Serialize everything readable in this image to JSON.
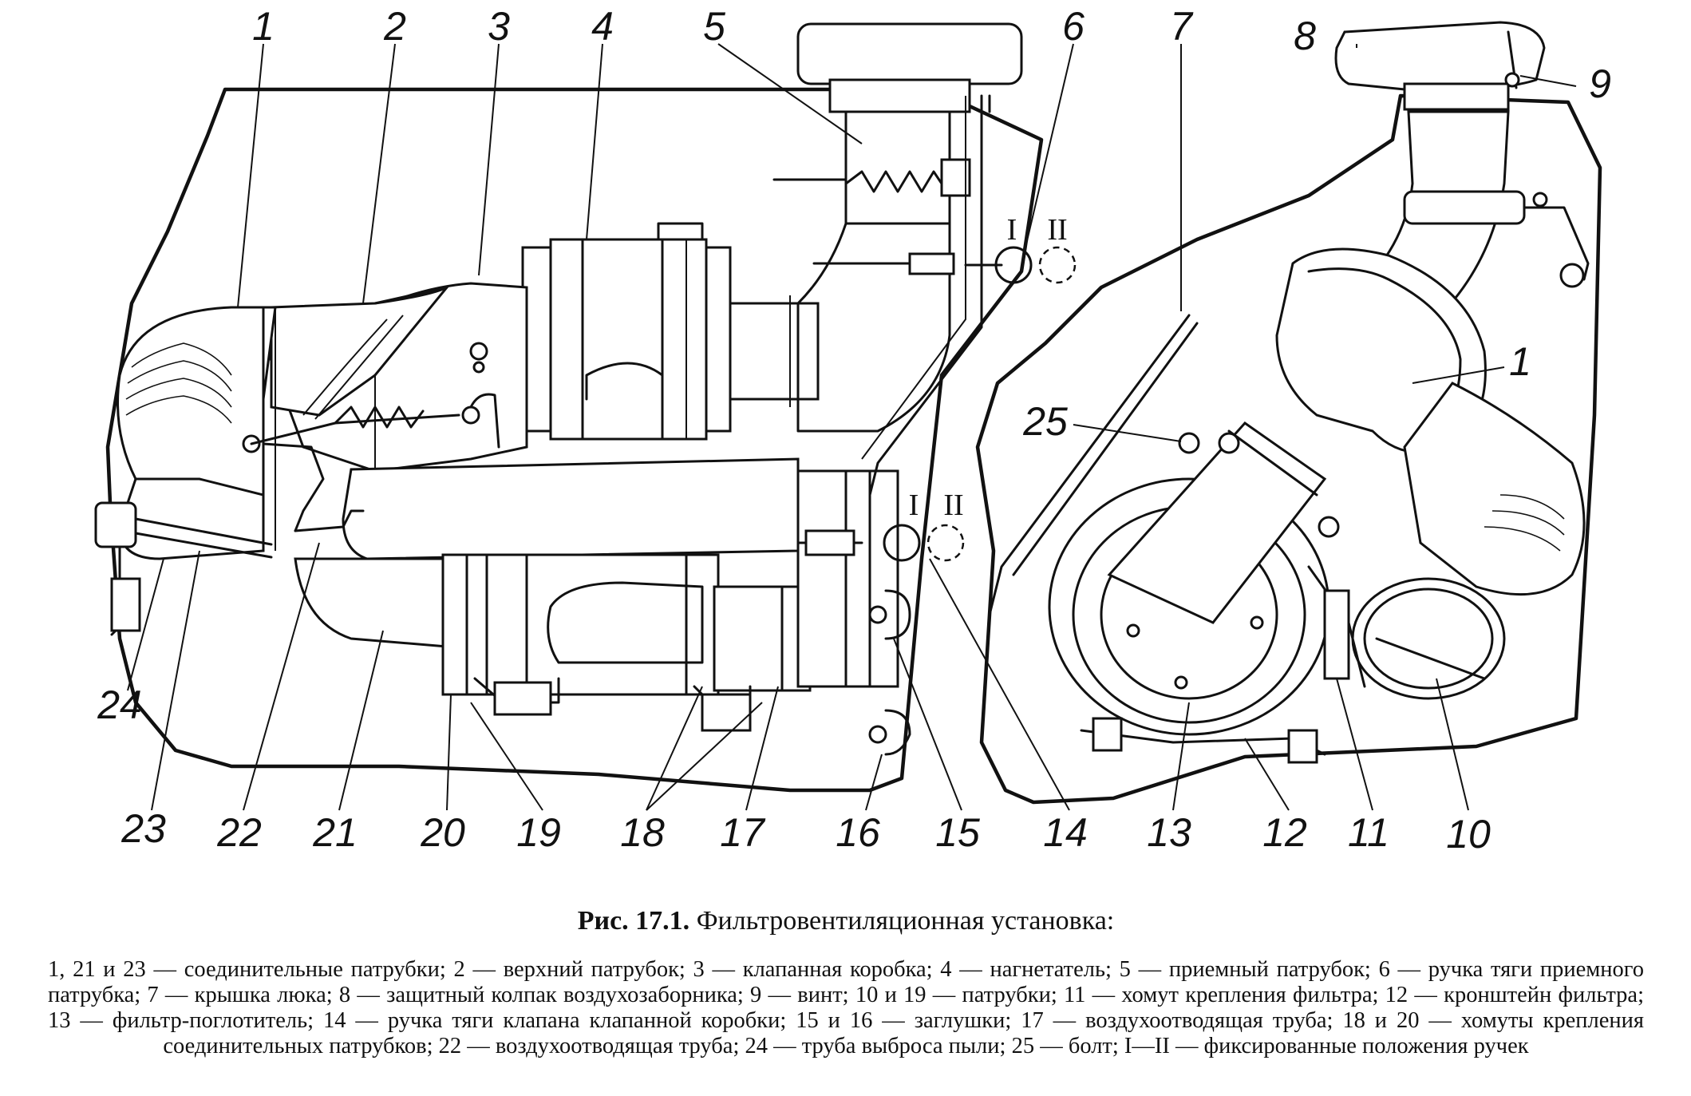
{
  "figure": {
    "callouts": [
      "1",
      "2",
      "3",
      "4",
      "5",
      "6",
      "7",
      "8",
      "9",
      "25",
      "1",
      "24",
      "23",
      "22",
      "21",
      "20",
      "19",
      "18",
      "17",
      "16",
      "15",
      "14",
      "13",
      "12",
      "11",
      "10"
    ],
    "positions": [
      "I",
      "II",
      "I",
      "II"
    ]
  },
  "caption": {
    "figure_number": "Рис. 17.1.",
    "figure_title": "Фильтровентиляционная установка:",
    "legend": "1, 21 и 23 — соединительные патрубки; 2 — верхний патрубок; 3 — клапанная коробка; 4 — нагнетатель; 5 — приемный патрубок; 6 — ручка тяги приемного патрубка; 7 — крышка люка; 8 — защитный колпак воздухозаборника; 9 — винт; 10 и 19 — патрубки; 11 — хомут крепления фильтра; 12 — кронштейн фильтра; 13 — фильтр-поглотитель; 14 — ручка тяги клапана клапанной коробки; 15 и 16 — заглушки; 17 — воздухоотводящая труба; 18 и 20 — хомуты крепления соединительных патрубков; 22 — воздухоотводящая труба; 24 — труба выброса пыли; 25 — болт; I—II — фиксированные положения ручек"
  }
}
